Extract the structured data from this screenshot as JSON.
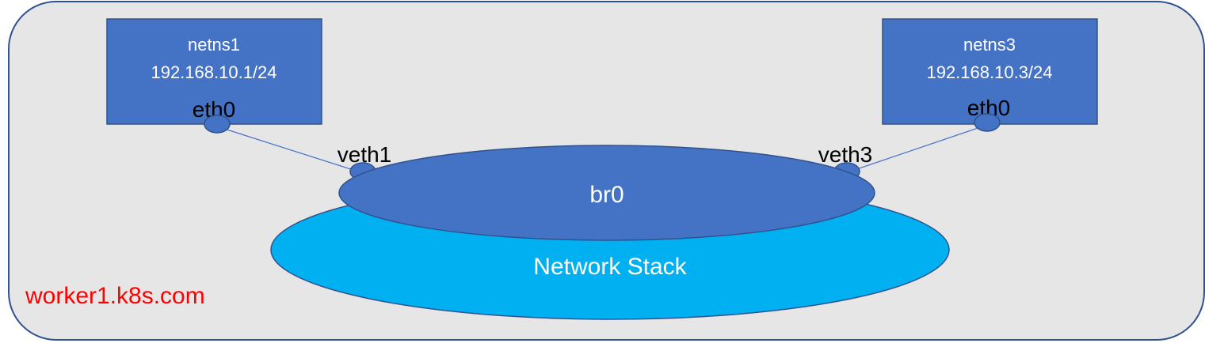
{
  "host": {
    "label": "worker1.k8s.com",
    "label_color": "#ff0000",
    "fill": "#e7e6e6",
    "stroke": "#2f528f"
  },
  "namespaces": [
    {
      "name": "netns1",
      "ip": "192.168.10.1/24",
      "iface": "eth0"
    },
    {
      "name": "netns3",
      "ip": "192.168.10.3/24",
      "iface": "eth0"
    }
  ],
  "bridge": {
    "label": "br0",
    "fill": "#4472c4",
    "ports": [
      "veth1",
      "veth3"
    ]
  },
  "network_stack": {
    "label": "Network Stack",
    "fill": "#00b0f0"
  },
  "colors": {
    "box_fill": "#4472c4",
    "box_stroke": "#2f528f",
    "link": "#4472c4",
    "white_text": "#ffffff",
    "black_text": "#000000"
  }
}
